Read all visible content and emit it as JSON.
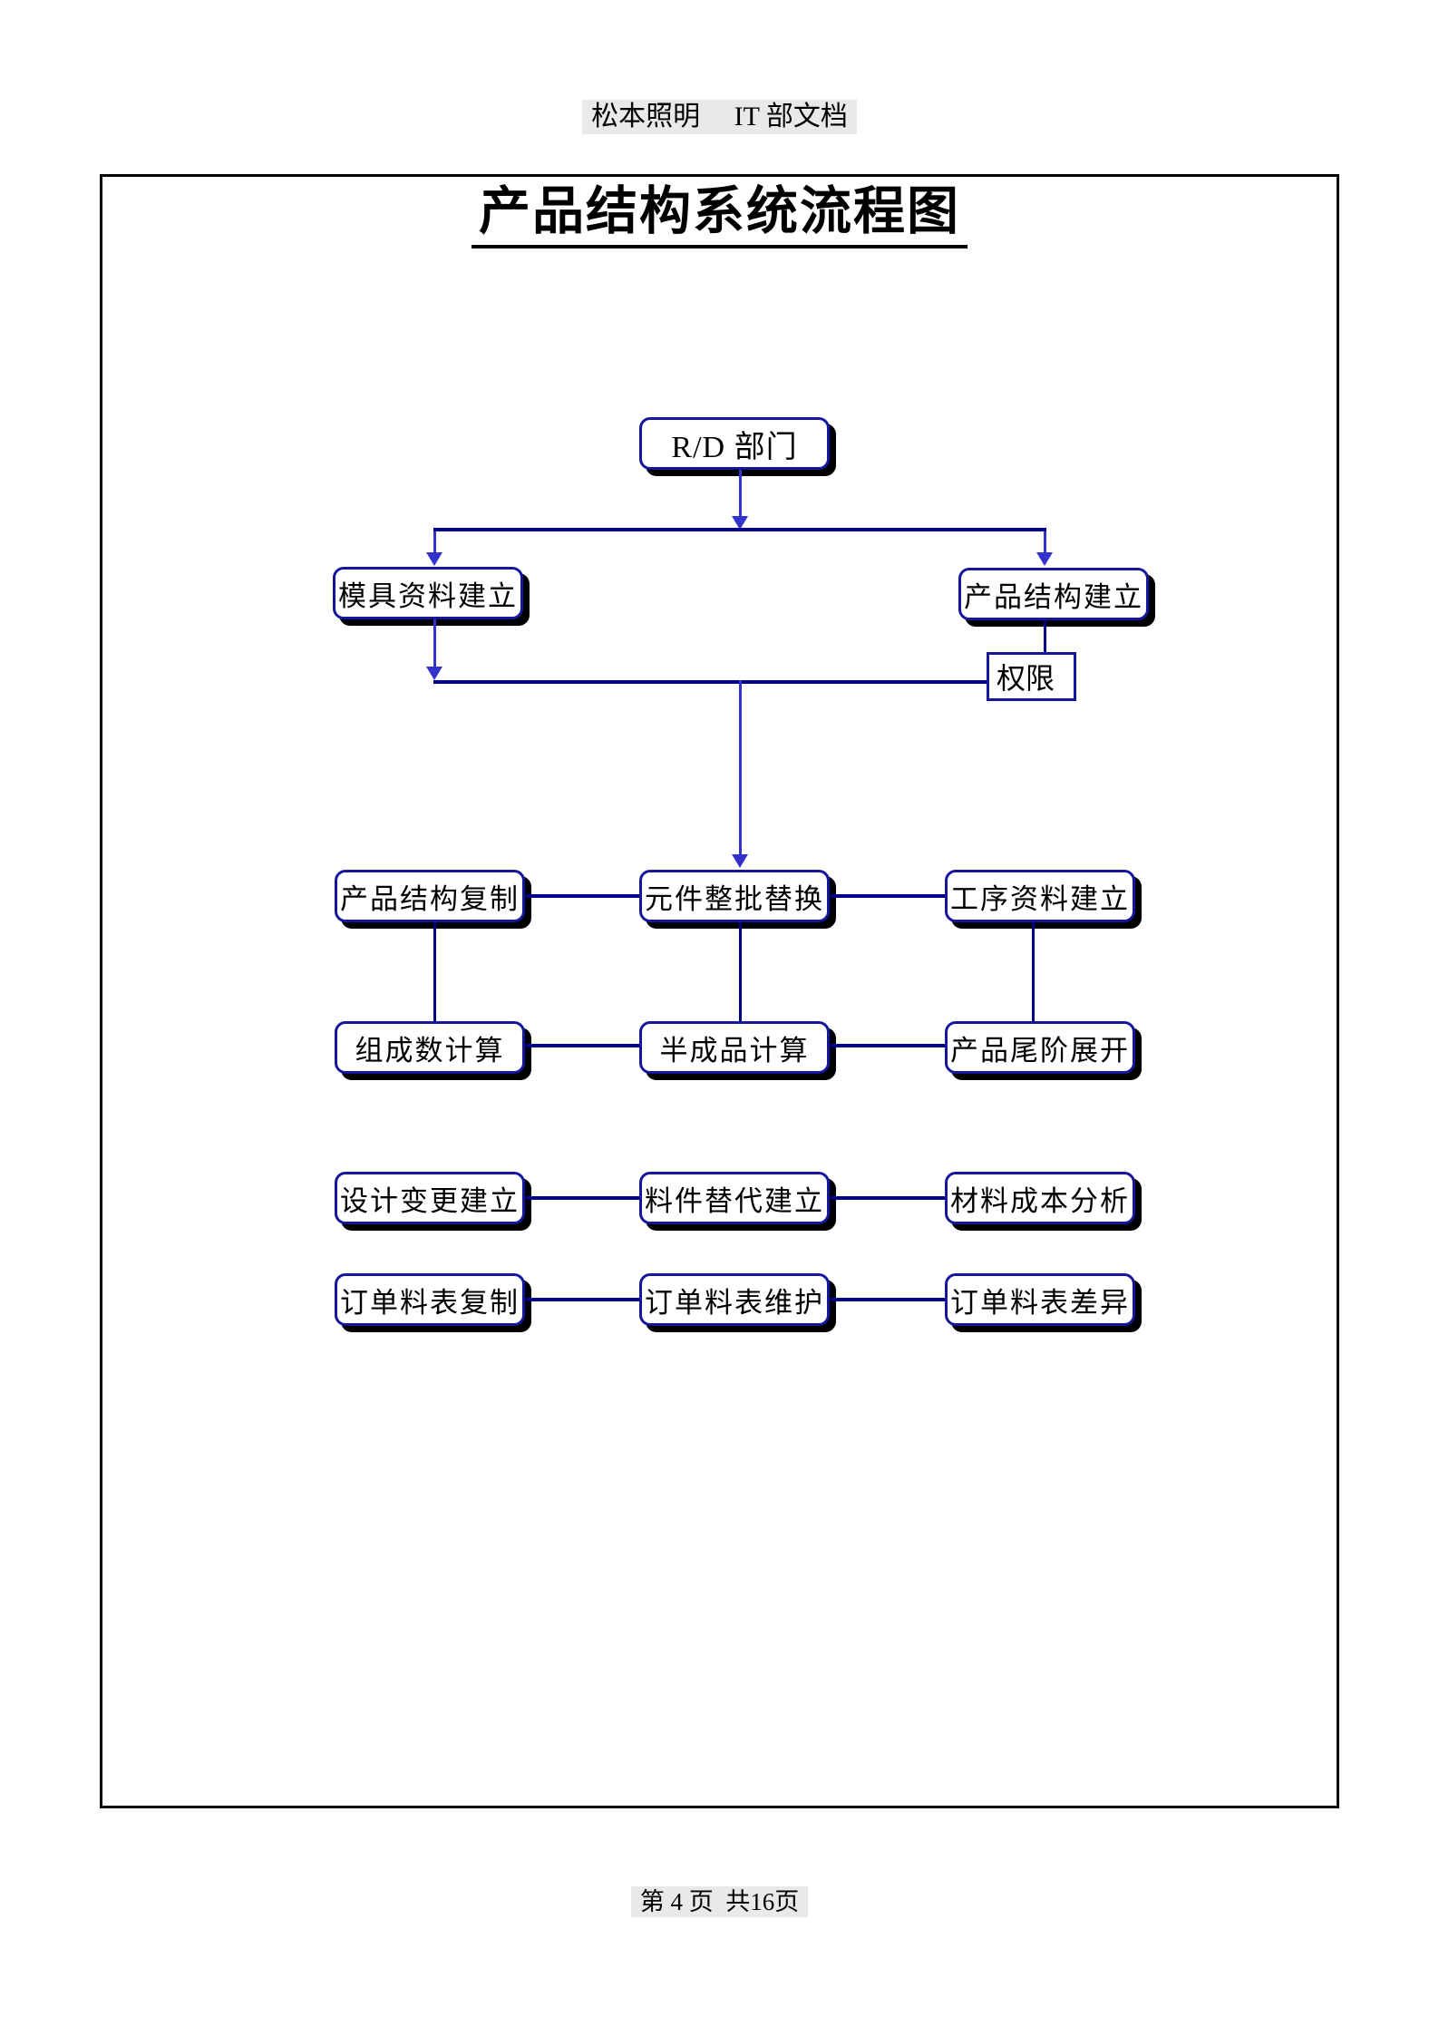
{
  "header": {
    "text": "松本照明　 IT 部文档"
  },
  "title": "产品结构系统流程图",
  "flowchart": {
    "nodes": {
      "rd": "R/D 部门",
      "mould_data_create": "模具资料建立",
      "product_structure_create": "产品结构建立",
      "permission": "权限",
      "product_structure_copy": "产品结构复制",
      "component_batch_replace": "元件整批替换",
      "process_data_create": "工序资料建立",
      "composition_count_calc": "组成数计算",
      "semi_product_calc": "半成品计算",
      "product_tail_expand": "产品尾阶展开",
      "design_change_create": "设计变更建立",
      "material_substitute_create": "料件替代建立",
      "material_cost_analysis": "材料成本分析",
      "order_bom_copy": "订单料表复制",
      "order_bom_maintain": "订单料表维护",
      "order_bom_diff": "订单料表差异"
    },
    "colors": {
      "line": "#00008B",
      "arrow": "#3333CC",
      "border": "#16169A",
      "shadow": "#000000"
    }
  },
  "footer": {
    "text": "第 4 页  共16页"
  }
}
